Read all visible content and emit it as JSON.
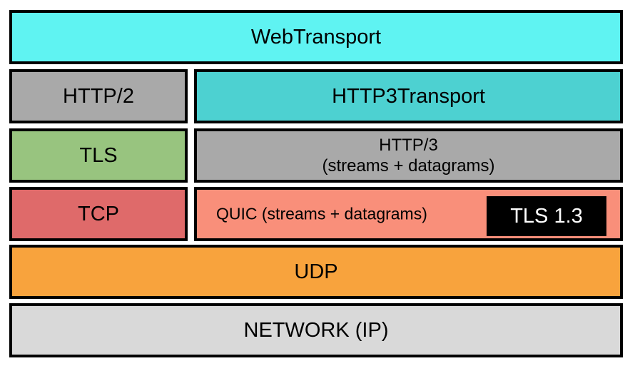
{
  "layers": {
    "webtransport": {
      "label": "WebTransport",
      "color": "#5ff3f2"
    },
    "http2": {
      "label": "HTTP/2",
      "color": "#a9a9a9"
    },
    "http3transport": {
      "label": "HTTP3Transport",
      "color": "#4dd1d1"
    },
    "tls": {
      "label": "TLS",
      "color": "#98c47f"
    },
    "http3": {
      "label_line1": "HTTP/3",
      "label_line2": "(streams + datagrams)",
      "color": "#a9a9a9"
    },
    "tcp": {
      "label": "TCP",
      "color": "#df6a6a"
    },
    "quic": {
      "label": "QUIC (streams + datagrams)",
      "color": "#f98f7a"
    },
    "tls13": {
      "label": "TLS 1.3",
      "color": "#000000"
    },
    "udp": {
      "label": "UDP",
      "color": "#f8a33d"
    },
    "network": {
      "label": "NETWORK (IP)",
      "color": "#d9d9d9"
    }
  }
}
